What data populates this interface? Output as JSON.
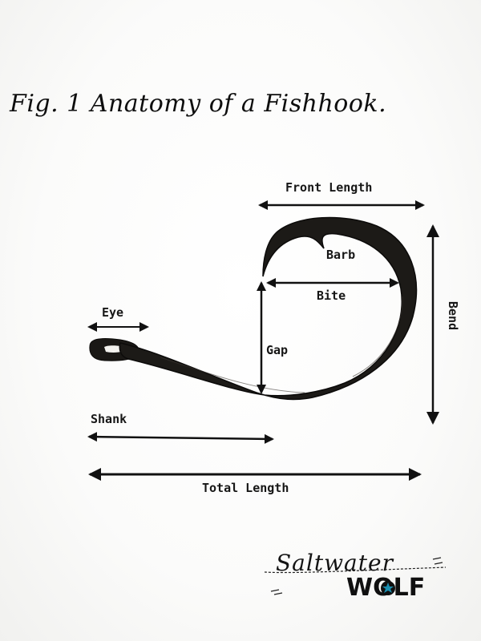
{
  "title": "Fig. 1 Anatomy of a Fishhook.",
  "labels": {
    "front_length": "Front Length",
    "barb": "Barb",
    "bite": "Bite",
    "bend": "Bend",
    "eye": "Eye",
    "gap": "Gap",
    "shank": "Shank",
    "total_length": "Total Length"
  },
  "logo": {
    "script": "Saltwater",
    "word": "WOLF",
    "icon": "wolf-star-icon",
    "accent_color": "#1b8fb0"
  },
  "colors": {
    "ink": "#111111",
    "hook": "#1a1815"
  }
}
